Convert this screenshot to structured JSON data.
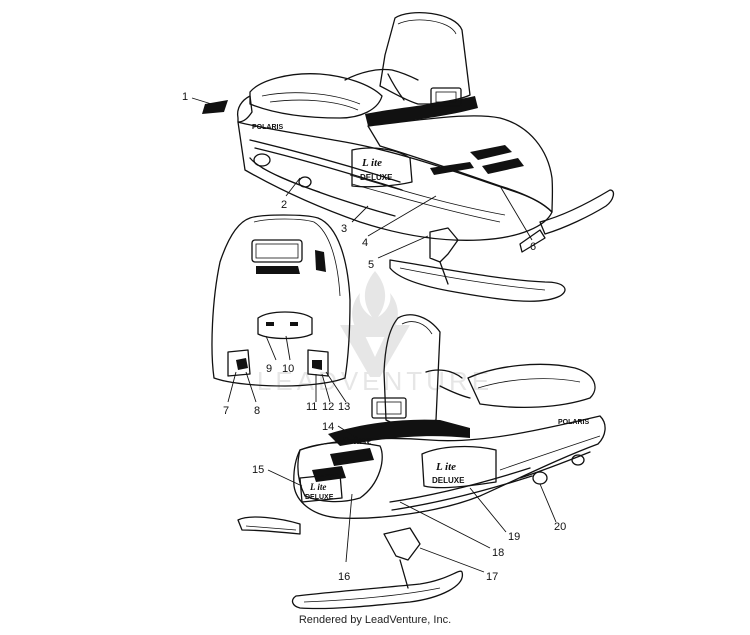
{
  "decals": {
    "brand_upper": "POLARIS",
    "model_upper": "L ite",
    "trim_upper": "DELUXE",
    "brand_lower": "POLARIS",
    "model_lower": "L ite",
    "trim_lower": "DELUXE",
    "hood_script": "Deluxe",
    "front_model": "L ite",
    "front_trim": "DELUXE"
  },
  "callouts": [
    "1",
    "2",
    "3",
    "4",
    "5",
    "6",
    "7",
    "8",
    "9",
    "10",
    "11",
    "12",
    "13",
    "14",
    "15",
    "16",
    "17",
    "18",
    "19",
    "20"
  ],
  "watermark": "LEADVENTURE",
  "footer": "Rendered by LeadVenture, Inc."
}
